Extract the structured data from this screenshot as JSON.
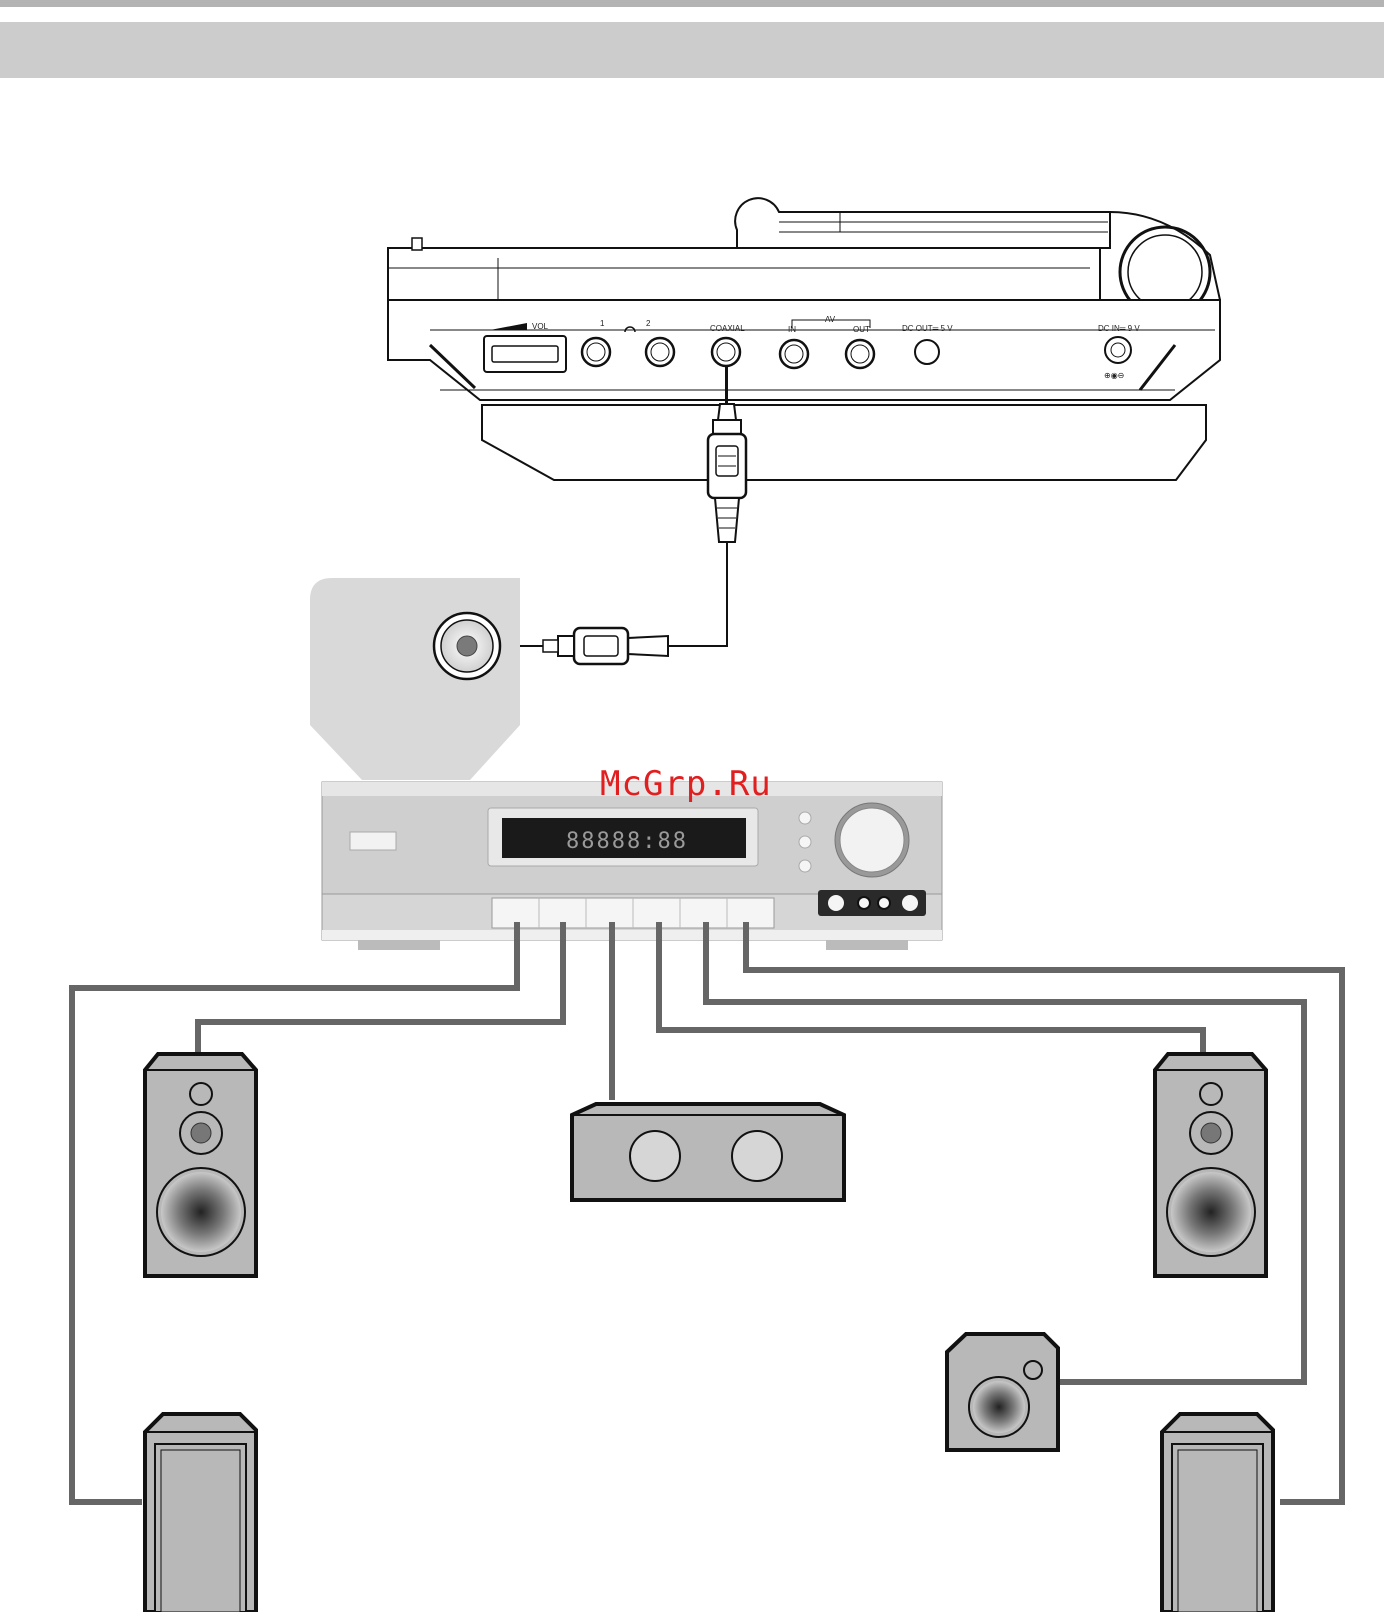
{
  "player": {
    "vol_label": "VOL",
    "headphone_1": "1",
    "headphone_2": "2",
    "coaxial_label": "COAXIAL",
    "av_label": "AV",
    "av_in_label": "IN",
    "av_out_label": "OUT",
    "dc_out_label": "DC OUT═ 5 V",
    "dc_in_label": "DC IN═ 9 V",
    "polarity_label": "⊕◉⊖"
  },
  "receiver": {
    "display_text": "88888:88",
    "watermark": "McGrp.Ru"
  },
  "colors": {
    "header_band": "#cccccc",
    "top_rule": "#b3b3b3",
    "cable": "#666666",
    "speaker_body": "#b8b8b8",
    "input_panel": "#d9d9d9",
    "watermark": "#e02020"
  }
}
